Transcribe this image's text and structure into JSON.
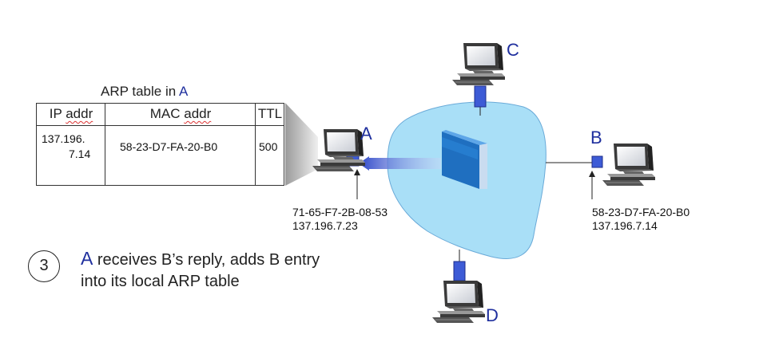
{
  "nodes": {
    "a": {
      "label": "A",
      "mac": "71-65-F7-2B-08-53",
      "ip": "137.196.7.23"
    },
    "b": {
      "label": "B",
      "mac": "58-23-D7-FA-20-B0",
      "ip": "137.196.7.14"
    },
    "c": {
      "label": "C"
    },
    "d": {
      "label": "D"
    }
  },
  "arp_table": {
    "title_prefix": "ARP table in",
    "title_node": "A",
    "headers": {
      "ip": "IP addr",
      "mac": "MAC addr",
      "ttl": "TTL"
    },
    "row": {
      "ip_line1": "137.196.",
      "ip_line2": "7.14",
      "mac": "58-23-D7-FA-20-B0",
      "ttl": "500"
    }
  },
  "step": {
    "number": "3",
    "node": "A",
    "text_line1": " receives B’s reply, adds B entry",
    "text_line2": "into its local ARP table"
  },
  "colors": {
    "network_cloud": "#a9dff7",
    "label_blue": "#1f2f9e",
    "switch_blue": "#1a5fae",
    "connector_blue": "#3d5bd6"
  }
}
